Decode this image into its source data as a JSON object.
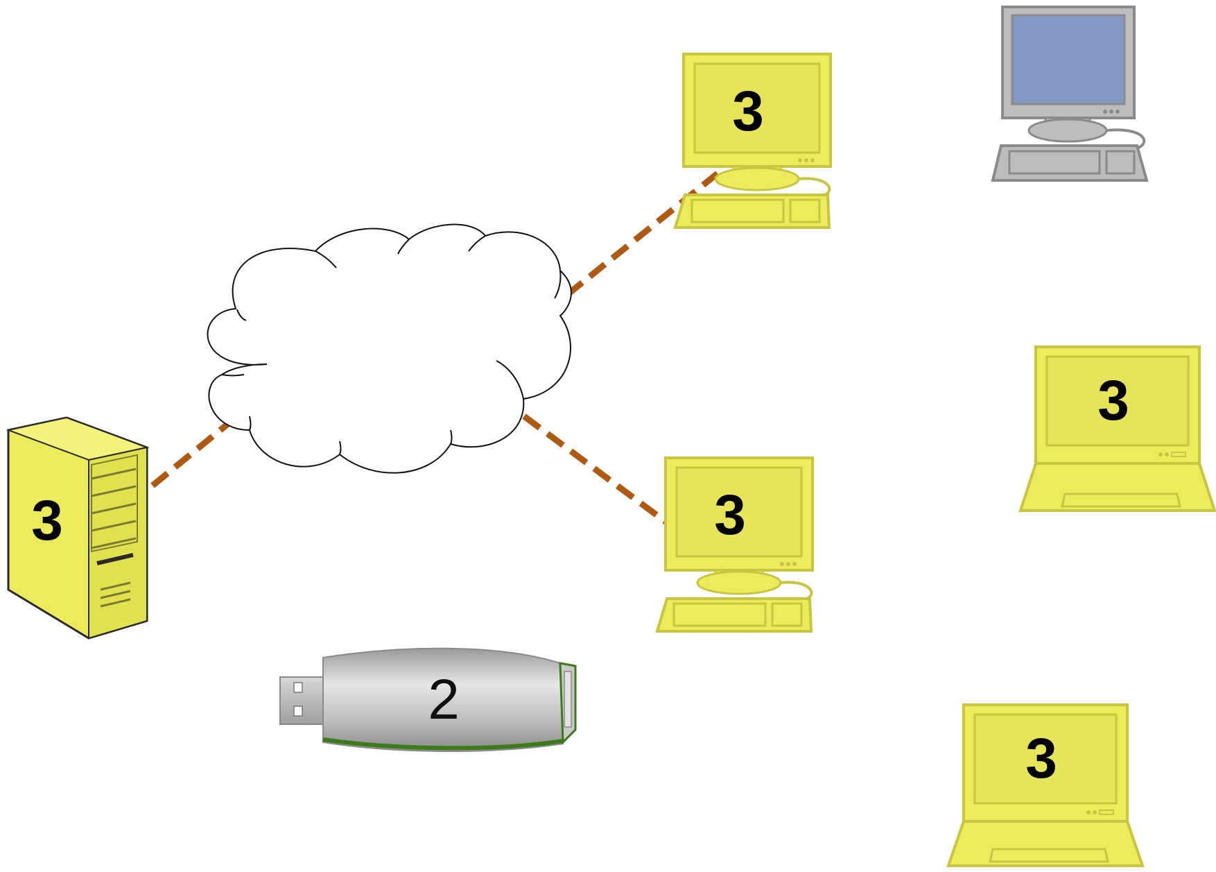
{
  "colors": {
    "infected_fill": "#ECEB5C",
    "infected_stroke": "#C8C640",
    "clean_fill": "#BDBDBD",
    "clean_stroke": "#8A8A8A",
    "clean_screen": "#8499C4",
    "link": "#AE5A12"
  },
  "nodes": {
    "server": {
      "icon": "server-tower-icon",
      "label": "3"
    },
    "desktop1": {
      "icon": "desktop-computer-icon",
      "label": "3"
    },
    "desktop2": {
      "icon": "desktop-computer-icon",
      "label": "3"
    },
    "desktop3": {
      "icon": "desktop-computer-icon",
      "label": ""
    },
    "laptop1": {
      "icon": "laptop-icon",
      "label": "3"
    },
    "laptop2": {
      "icon": "laptop-icon",
      "label": "3"
    },
    "usb": {
      "icon": "usb-drive-icon",
      "label": "2"
    },
    "cloud": {
      "icon": "cloud-icon"
    }
  }
}
